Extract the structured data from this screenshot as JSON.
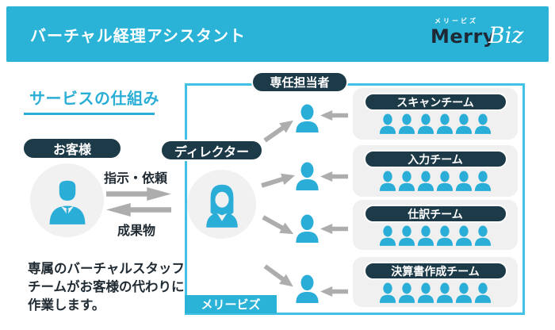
{
  "header": {
    "title": "バーチャル経理アシスタント",
    "logo": {
      "kana": "メリービズ",
      "merry": "Merry",
      "biz": "Biz"
    }
  },
  "section_title": "サービスの仕組み",
  "labels": {
    "customer": "お客様",
    "director": "ディレクター",
    "dedicated_staff": "専任担当者",
    "merrybiz_corner": "メリービズ"
  },
  "flows": {
    "request": "指示・依頼",
    "deliverable": "成果物"
  },
  "teams": [
    {
      "label": "スキャンチーム",
      "members": 6
    },
    {
      "label": "入力チーム",
      "members": 6
    },
    {
      "label": "仕訳チーム",
      "members": 6
    },
    {
      "label": "決算書作成チーム",
      "members": 6
    }
  ],
  "description": {
    "line1": "専属のバーチャルスタッフ",
    "line2": "チームがお客様の代わりに",
    "line3": "作業します。"
  },
  "icons": {
    "customer-avatar": "male-person-icon",
    "director-avatar": "female-person-icon",
    "staff": "person-silhouette-icon",
    "arrows": "block-arrow-icon"
  },
  "colors": {
    "header_cyan": "#2bb3d7",
    "box_border_cyan": "#41c1e3",
    "navy": "#1d3a48",
    "person_cyan": "#2aaed8",
    "title_cyan": "#2aaed6",
    "arrow_gray": "#adadad",
    "card_gray": "#f0f0f0",
    "circle_gray": "#f1f1f1"
  }
}
